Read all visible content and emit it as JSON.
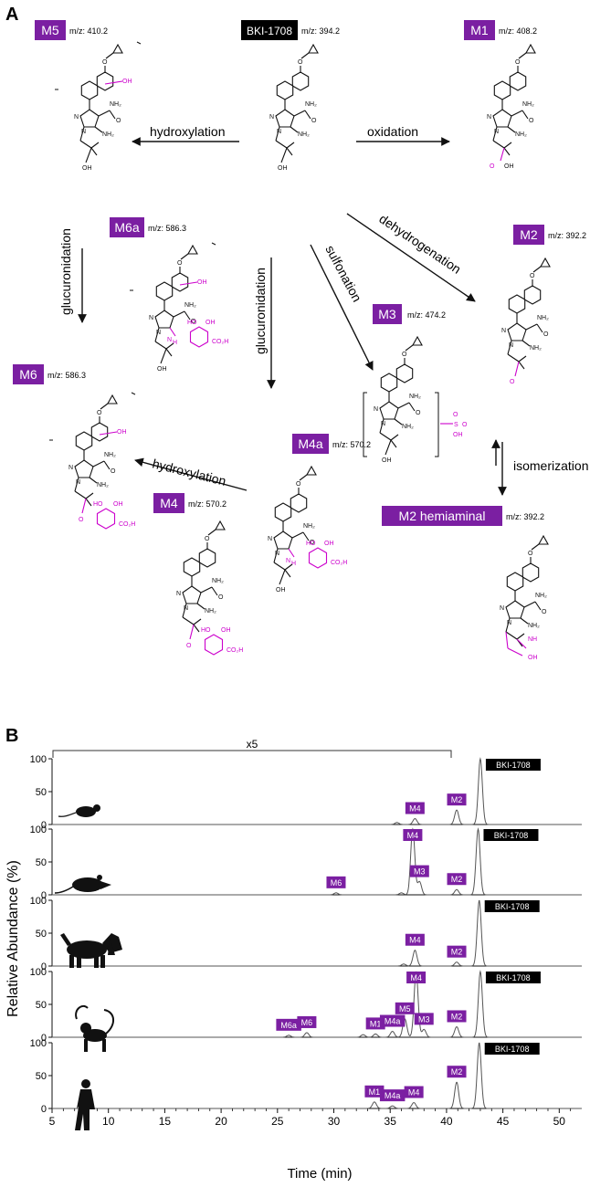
{
  "panel_a": {
    "letter": "A",
    "parent": {
      "name": "BKI-1708",
      "mz_label": "m/z: 394.2"
    },
    "metabolites": [
      {
        "key": "M5",
        "name": "M5",
        "mz_label": "m/z: 410.2"
      },
      {
        "key": "M1",
        "name": "M1",
        "mz_label": "m/z: 408.2"
      },
      {
        "key": "M2",
        "name": "M2",
        "mz_label": "m/z: 392.2"
      },
      {
        "key": "M6a",
        "name": "M6a",
        "mz_label": "m/z: 586.3"
      },
      {
        "key": "M3",
        "name": "M3",
        "mz_label": "m/z: 474.2"
      },
      {
        "key": "M6",
        "name": "M6",
        "mz_label": "m/z: 586.3"
      },
      {
        "key": "M4a",
        "name": "M4a",
        "mz_label": "m/z: 570.2"
      },
      {
        "key": "M4",
        "name": "M4",
        "mz_label": "m/z: 570.2"
      },
      {
        "key": "M2h",
        "name": "M2 hemiaminal",
        "mz_label": "m/z: 392.2"
      }
    ],
    "reactions": {
      "hydroxylation_1": "hydroxylation",
      "oxidation": "oxidation",
      "dehydrogenation": "dehydrogenation",
      "glucuronidation_1": "glucuronidation",
      "glucuronidation_2": "glucuronidation",
      "sulfonation": "sulfonation",
      "hydroxylation_2": "hydroxylation",
      "isomerization": "isomerization"
    },
    "atom_labels": {
      "nh2": "NH₂",
      "n": "N",
      "oh": "OH",
      "o": "O",
      "ho": "HO",
      "co2h": "CO₂H",
      "nh": "NH",
      "h": "H",
      "s": "S"
    },
    "colors": {
      "accent": "#7b1fa2",
      "magenta": "#cc00cc",
      "black": "#111111"
    }
  },
  "panel_b": {
    "letter": "B",
    "x5_label": "x5",
    "ylabel": "Relative Abundance (%)",
    "xlabel": "Time (min)",
    "xticks": [
      5,
      10,
      15,
      20,
      25,
      30,
      35,
      40,
      45,
      50
    ],
    "yticks": [
      0,
      50,
      100
    ],
    "species_icons": [
      "mouse-icon",
      "rat-icon",
      "dog-icon",
      "monkey-icon",
      "human-icon"
    ]
  },
  "chart_data": {
    "type": "line",
    "xlim": [
      5,
      52
    ],
    "ylim": [
      0,
      100
    ],
    "xlabel": "Time (min)",
    "ylabel": "Relative Abundance (%)",
    "series": [
      {
        "peaks": [
          [
            35.6,
            3
          ],
          [
            37.2,
            9
          ],
          [
            40.9,
            22
          ],
          [
            43.0,
            100
          ]
        ],
        "labels": [
          {
            "text": "M4",
            "x": 37.2
          },
          {
            "text": "M2",
            "x": 40.9
          },
          {
            "text": "BKI-1708",
            "x": 43.0
          }
        ]
      },
      {
        "peaks": [
          [
            30.2,
            3
          ],
          [
            36.0,
            3
          ],
          [
            37.0,
            100
          ],
          [
            37.6,
            20
          ],
          [
            40.9,
            8
          ],
          [
            42.8,
            100
          ]
        ],
        "labels": [
          {
            "text": "M6",
            "x": 30.2
          },
          {
            "text": "M4",
            "x": 37.0
          },
          {
            "text": "M3",
            "x": 37.6
          },
          {
            "text": "M2",
            "x": 40.9
          },
          {
            "text": "BKI-1708",
            "x": 42.8
          }
        ]
      },
      {
        "peaks": [
          [
            36.2,
            3
          ],
          [
            37.2,
            24
          ],
          [
            40.9,
            6
          ],
          [
            42.9,
            100
          ]
        ],
        "labels": [
          {
            "text": "M4",
            "x": 37.2
          },
          {
            "text": "M2",
            "x": 40.9
          },
          {
            "text": "BKI-1708",
            "x": 42.9
          }
        ]
      },
      {
        "peaks": [
          [
            26.0,
            3
          ],
          [
            27.6,
            7
          ],
          [
            32.6,
            4
          ],
          [
            33.7,
            5
          ],
          [
            35.2,
            9
          ],
          [
            36.3,
            28
          ],
          [
            37.3,
            100
          ],
          [
            38.0,
            12
          ],
          [
            40.9,
            16
          ],
          [
            43.0,
            100
          ]
        ],
        "labels": [
          {
            "text": "M6a",
            "x": 26.0
          },
          {
            "text": "M6",
            "x": 27.6
          },
          {
            "text": "M1",
            "x": 33.7
          },
          {
            "text": "M4a",
            "x": 35.2
          },
          {
            "text": "M5",
            "x": 36.3
          },
          {
            "text": "M4",
            "x": 37.3
          },
          {
            "text": "M3",
            "x": 38.0
          },
          {
            "text": "M2",
            "x": 40.9
          },
          {
            "text": "BKI-1708",
            "x": 43.0
          }
        ]
      },
      {
        "peaks": [
          [
            33.6,
            10
          ],
          [
            35.2,
            4
          ],
          [
            37.1,
            9
          ],
          [
            40.9,
            40
          ],
          [
            42.9,
            100
          ]
        ],
        "labels": [
          {
            "text": "M1",
            "x": 33.6
          },
          {
            "text": "M4a",
            "x": 35.2
          },
          {
            "text": "M4",
            "x": 37.1
          },
          {
            "text": "M2",
            "x": 40.9
          },
          {
            "text": "BKI-1708",
            "x": 42.9
          }
        ]
      }
    ]
  }
}
